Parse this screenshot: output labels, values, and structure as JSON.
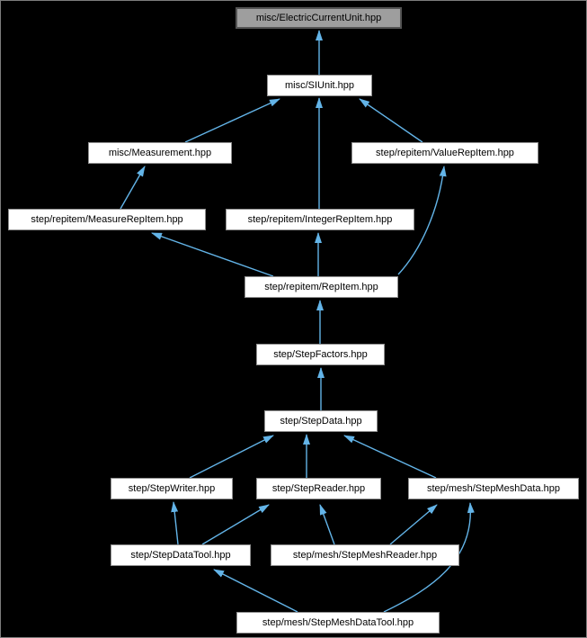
{
  "diagram": {
    "root_label": "misc/ElectricCurrentUnit.hpp",
    "nodes": [
      {
        "label": "misc/ElectricCurrentUnit.hpp",
        "type": "root"
      },
      {
        "label": "misc/SIUnit.hpp",
        "type": "file"
      },
      {
        "label": "misc/Measurement.hpp",
        "type": "file"
      },
      {
        "label": "step/repitem/ValueRepItem.hpp",
        "type": "file"
      },
      {
        "label": "step/repitem/MeasureRepItem.hpp",
        "type": "file"
      },
      {
        "label": "step/repitem/IntegerRepItem.hpp",
        "type": "file"
      },
      {
        "label": "step/repitem/RepItem.hpp",
        "type": "file"
      },
      {
        "label": "step/StepFactors.hpp",
        "type": "file"
      },
      {
        "label": "step/StepData.hpp",
        "type": "file"
      },
      {
        "label": "step/StepWriter.hpp",
        "type": "file"
      },
      {
        "label": "step/StepReader.hpp",
        "type": "file"
      },
      {
        "label": "step/mesh/StepMeshData.hpp",
        "type": "file"
      },
      {
        "label": "step/StepDataTool.hpp",
        "type": "file"
      },
      {
        "label": "step/mesh/StepMeshReader.hpp",
        "type": "file"
      },
      {
        "label": "step/mesh/StepMeshDataTool.hpp",
        "type": "file"
      }
    ],
    "edges": [
      {
        "from": "misc/SIUnit.hpp",
        "to": "misc/ElectricCurrentUnit.hpp"
      },
      {
        "from": "misc/Measurement.hpp",
        "to": "misc/SIUnit.hpp"
      },
      {
        "from": "step/repitem/IntegerRepItem.hpp",
        "to": "misc/SIUnit.hpp"
      },
      {
        "from": "step/repitem/ValueRepItem.hpp",
        "to": "misc/SIUnit.hpp"
      },
      {
        "from": "step/repitem/MeasureRepItem.hpp",
        "to": "misc/Measurement.hpp"
      },
      {
        "from": "step/repitem/RepItem.hpp",
        "to": "step/repitem/MeasureRepItem.hpp"
      },
      {
        "from": "step/repitem/RepItem.hpp",
        "to": "step/repitem/IntegerRepItem.hpp"
      },
      {
        "from": "step/repitem/RepItem.hpp",
        "to": "step/repitem/ValueRepItem.hpp"
      },
      {
        "from": "step/StepFactors.hpp",
        "to": "step/repitem/RepItem.hpp"
      },
      {
        "from": "step/StepData.hpp",
        "to": "step/StepFactors.hpp"
      },
      {
        "from": "step/StepWriter.hpp",
        "to": "step/StepData.hpp"
      },
      {
        "from": "step/StepReader.hpp",
        "to": "step/StepData.hpp"
      },
      {
        "from": "step/mesh/StepMeshData.hpp",
        "to": "step/StepData.hpp"
      },
      {
        "from": "step/StepDataTool.hpp",
        "to": "step/StepWriter.hpp"
      },
      {
        "from": "step/StepDataTool.hpp",
        "to": "step/StepReader.hpp"
      },
      {
        "from": "step/mesh/StepMeshReader.hpp",
        "to": "step/StepReader.hpp"
      },
      {
        "from": "step/mesh/StepMeshReader.hpp",
        "to": "step/mesh/StepMeshData.hpp"
      },
      {
        "from": "step/mesh/StepMeshDataTool.hpp",
        "to": "step/StepDataTool.hpp"
      },
      {
        "from": "step/mesh/StepMeshDataTool.hpp",
        "to": "step/mesh/StepMeshData.hpp"
      }
    ],
    "colors": {
      "background": "#000000",
      "frame": "#7d7d7d",
      "node_fill": "#ffffff",
      "node_border": "#8f8f8f",
      "root_fill": "#9e9e9e",
      "root_border": "#545454",
      "edge": "#63b4e8",
      "text": "#000000"
    }
  }
}
